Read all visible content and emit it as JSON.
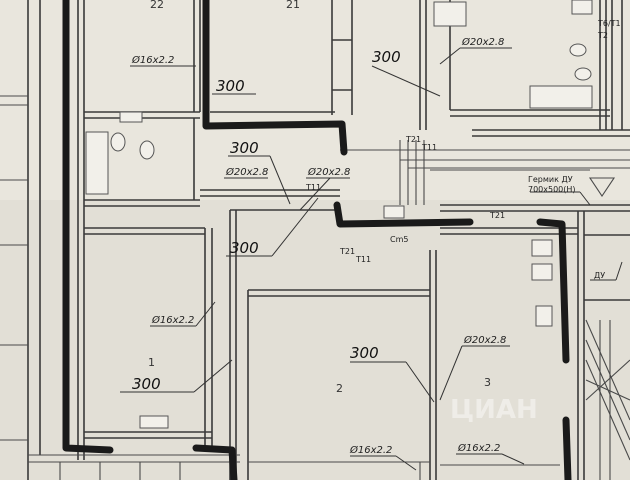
{
  "rooms": [
    {
      "id": "r22",
      "number": "22"
    },
    {
      "id": "r21",
      "number": "21"
    },
    {
      "id": "r1",
      "number": "1"
    },
    {
      "id": "r2",
      "number": "2"
    },
    {
      "id": "r3",
      "number": "3"
    }
  ],
  "pipe_labels": {
    "p1": "Ø16x2.2",
    "p2": "Ø20x2.8",
    "p3": "Ø20x2.8",
    "p4": "Ø20x2.8",
    "p5": "Ø16x2.2",
    "p6": "Ø20x2.8",
    "p7": "Ø16x2.2",
    "p8": "Ø16x2.2"
  },
  "dimensions": {
    "d1": "300",
    "d2": "300",
    "d3": "300",
    "d4": "300",
    "d5": "300",
    "d6": "300"
  },
  "markers": {
    "t11a": "T11",
    "t21a": "T21",
    "t11b": "T11",
    "t21b": "T21",
    "t11c": "T11",
    "t21c": "T21",
    "cm5": "Cm5",
    "du": "ДУ"
  },
  "grille": {
    "line1": "Гермик ДУ",
    "line2": "700x500(H)"
  },
  "corner": {
    "line1": "T6/T1",
    "line2": "T2"
  },
  "watermark": "ЦИАН",
  "colors": {
    "paper": "#e9e6dd",
    "ink": "#222222",
    "pipe": "#1a1a1a"
  }
}
